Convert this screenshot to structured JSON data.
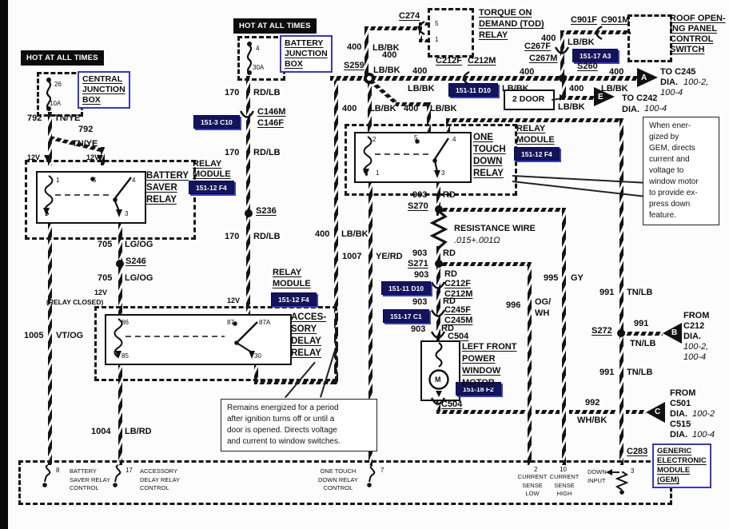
{
  "hot": {
    "left": "HOT AT ALL TIMES",
    "center": "HOT AT ALL TIMES"
  },
  "cjb": {
    "fuse": "26",
    "amp": "10A",
    "l1": "CENTRAL",
    "l2": "JUNCTION",
    "l3": "BOX"
  },
  "bjb": {
    "fuse": "4",
    "amp": "30A",
    "l1": "BATTERY",
    "l2": "JUNCTION",
    "l3": "BOX"
  },
  "bsr": {
    "v1": "12V",
    "v2": "12V",
    "p1": "1",
    "p5": "5",
    "p4": "4",
    "p2": "2",
    "p3": "3",
    "l1": "BATTERY",
    "l2": "SAVER",
    "l3": "RELAY",
    "m1": "RELAY",
    "m2": "MODULE",
    "badge": "151-12 F4"
  },
  "acc": {
    "p86": "86",
    "p87": "87",
    "p87a": "87A",
    "p85": "85",
    "p30": "30",
    "l1": "ACCES-",
    "l2": "SORY",
    "l3": "DELAY",
    "l4": "RELAY",
    "m1": "RELAY",
    "m2": "MODULE",
    "badge": "151-12 F4",
    "v": "12V",
    "closed": "(RELAY CLOSED)"
  },
  "otd": {
    "p2": "2",
    "p5": "5",
    "p4": "4",
    "p1": "1",
    "p3": "3",
    "l1": "ONE",
    "l2": "TOUCH",
    "l3": "DOWN",
    "l4": "RELAY",
    "m1": "RELAY",
    "m2": "MODULE",
    "badge": "151-12 F4"
  },
  "tod": {
    "conn": "C274",
    "p5": "5",
    "p1": "1",
    "l1": "TORQUE ON",
    "l2": "DEMAND (TOD)",
    "l3": "RELAY"
  },
  "roof": {
    "conn1": "C901F",
    "conn2": "C901M",
    "l1": "ROOF OPEN-",
    "l2": "ING PANEL",
    "l3": "CONTROL",
    "l4": "SWITCH"
  },
  "motor": {
    "m": "M",
    "ctop": "C504",
    "cbot": "C504",
    "l1": "LEFT FRONT",
    "l2": "POWER",
    "l3": "WINDOW",
    "l4": "MOTOR",
    "badge": "151-18 F2"
  },
  "res": {
    "l1": "RESISTANCE WIRE",
    "l2": ".015+.001Ω"
  },
  "gem": {
    "conn": "C283",
    "b1": "GENERIC",
    "b2": "ELECTRONIC",
    "b3": "MODULE",
    "b4": "(GEM)",
    "p8": "8",
    "p8a": "BATTERY",
    "p8b": "SAVER RELAY",
    "p8c": "CONTROL",
    "p17": "17",
    "p17a": "ACCESSORY",
    "p17b": "DELAY RELAY",
    "p17c": "CONTROL",
    "p7": "7",
    "p7a": "ONE TOUCH",
    "p7b": "DOWN RELAY",
    "p7c": "CONTROL",
    "p2": "2",
    "p2a": "CURRENT",
    "p2b": "SENSE",
    "p2c": "LOW",
    "p10": "10",
    "p10a": "CURRENT",
    "p10b": "SENSE",
    "p10c": "HIGH",
    "p3": "3",
    "p3a": "DOWN",
    "p3b": "INPUT"
  },
  "splice": {
    "s259": "S259",
    "s260": "S260",
    "s236": "S236",
    "s246": "S246",
    "s270": "S270",
    "s271": "S271",
    "s272": "S272"
  },
  "conn": {
    "c146m": "C146M",
    "c146f": "C146F",
    "c212ft": "C212F",
    "c212mt": "C212M",
    "c267f": "C267F",
    "c267m": "C267M",
    "c212f": "C212F",
    "c212m": "C212M",
    "c245f": "C245F",
    "c245m": "C245M"
  },
  "badge": {
    "c10": "151-3 C10",
    "d10t": "151-11 D10",
    "a3": "151-17 A3",
    "d10": "151-11 D10",
    "c1": "151-17 C1"
  },
  "wl": {
    "w792a": [
      "792",
      "TN/YE"
    ],
    "w792b": [
      "792",
      "TN/YE"
    ],
    "w705a": [
      "705",
      "LG/OG"
    ],
    "w705b": [
      "705",
      "LG/OG"
    ],
    "w1005": [
      "1005",
      "VT/OG"
    ],
    "w1004": [
      "1004",
      "LB/RD"
    ],
    "w170a": [
      "170",
      "RD/LB"
    ],
    "w170b": [
      "170",
      "RD/LB"
    ],
    "w170c": [
      "170",
      "RD/LB"
    ],
    "c274a": [
      "400",
      "LB/BK"
    ],
    "c274b": [
      "400",
      "LB/BK"
    ],
    "trunkL": [
      "400",
      "LB/BK"
    ],
    "trunkR": [
      "400",
      "LB/BK"
    ],
    "roof": [
      "400",
      "LB/BK"
    ],
    "triA": [
      "400",
      "LB/BK"
    ],
    "triE": [
      "400",
      "LB/BK"
    ],
    "otd1": [
      "400",
      "LB/BK"
    ],
    "otd2": [
      "400",
      "LB/BK"
    ],
    "acc400": [
      "400",
      "LB/BK"
    ],
    "w1007": [
      "1007",
      "YE/RD"
    ],
    "w903a": [
      "903",
      "RD"
    ],
    "w903b": [
      "903",
      "RD"
    ],
    "w903c": [
      "903",
      "RD"
    ],
    "w903d": [
      "903",
      "RD"
    ],
    "w903e": [
      "903",
      "RD"
    ],
    "w995": [
      "995",
      "GY"
    ],
    "w996": [
      "996",
      "OG/",
      "WH"
    ],
    "w991a": [
      "991",
      "TN/LB"
    ],
    "w991b": [
      "991",
      "TN/LB"
    ],
    "w991c": [
      "991",
      "TN/LB"
    ],
    "w992": [
      "992",
      "WH/BK"
    ]
  },
  "tri": {
    "a": {
      "id": "A",
      "t1": "TO C245",
      "t2": "DIA.",
      "r1": "100-2,",
      "r2": "100-4"
    },
    "e": {
      "id": "E",
      "t1": "TO C242",
      "t2": "DIA.",
      "r1": "100-4"
    },
    "b": {
      "id": "B",
      "t1": "FROM",
      "t2": "C212",
      "t3": "DIA.",
      "r1": "100-2,",
      "r2": "100-4"
    },
    "c": {
      "id": "C",
      "t1": "FROM",
      "t2": "C501",
      "t3": "DIA.",
      "r1": "100-2",
      "t4": "C515",
      "t5": "DIA.",
      "r2": "100-4"
    }
  },
  "twodoor": "2 DOOR",
  "note1": [
    "Remains energized for a period",
    "after ignition turns off or until a",
    "door is opened. Directs voltage",
    "and current to window switches."
  ],
  "note2": [
    "When ener-",
    "gized by",
    "GEM, directs",
    "current and",
    "voltage to",
    "window motor",
    "to provide ex-",
    "press down",
    "feature."
  ]
}
